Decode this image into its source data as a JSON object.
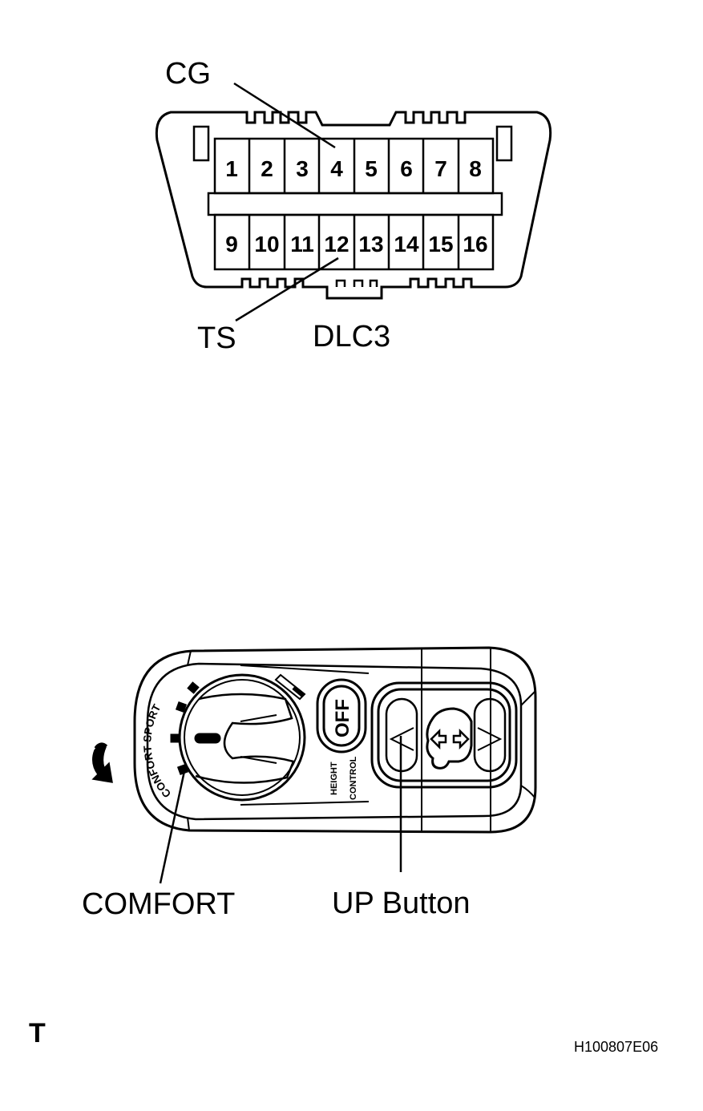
{
  "dlc3": {
    "top_pins": [
      "1",
      "2",
      "3",
      "4",
      "5",
      "6",
      "7",
      "8"
    ],
    "bottom_pins": [
      "9",
      "10",
      "11",
      "12",
      "13",
      "14",
      "15",
      "16"
    ],
    "label_cg": "CG",
    "label_ts": "TS",
    "label_connector": "DLC3"
  },
  "switch": {
    "dial_label": "CONFORT SPORT",
    "off_label": "OFF",
    "height_label_1": "HEIGHT",
    "height_label_2": "CONTROL",
    "callout_comfort": "COMFORT",
    "callout_up": "UP Button"
  },
  "footer": {
    "section_mark": "T",
    "figure_id": "H100807E06"
  }
}
